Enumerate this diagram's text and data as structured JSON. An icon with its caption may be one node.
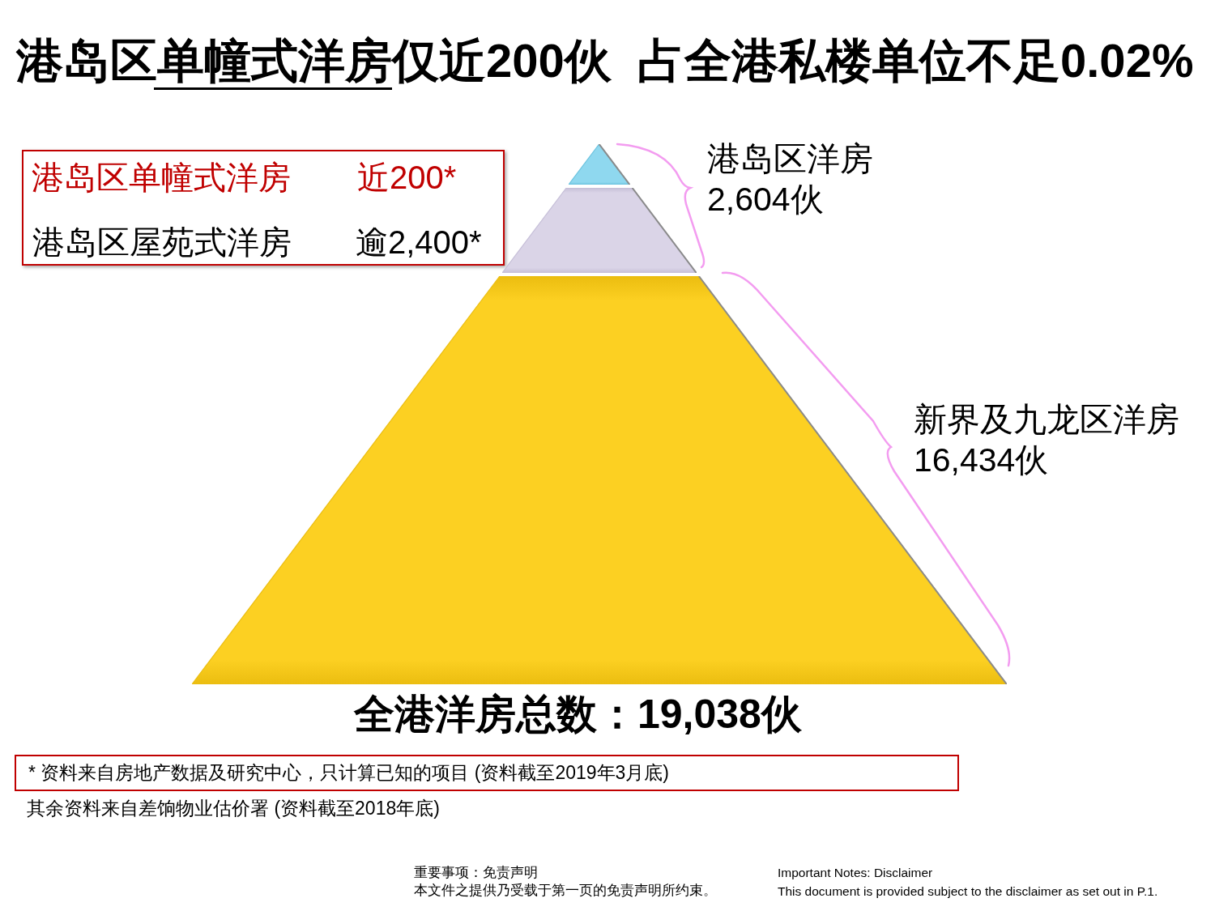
{
  "diagram": {
    "title": "港岛区单幢式洋房仅近200伙  占全港私楼单位不足0.02%",
    "nodes": [
      {
        "text": [
          "港岛区单幢式洋房",
          "近200*",
          "港岛区屋苑式洋房",
          "逾2,400*"
        ]
      },
      {
        "text": [],
        "shape": "triangle"
      },
      {
        "text": [],
        "shape": "trapezoid"
      },
      {
        "text": [],
        "shape": "trapezoid"
      },
      {
        "text": [
          "* 资料来自房地产数据及研究中心，只计算已知的项目 (资料截至2019年3月底)"
        ]
      }
    ],
    "labels": [
      "港岛区洋房",
      "2,604伙",
      "新界及九龙区洋房",
      "16,434伙",
      "全港洋房总数：19,038伙",
      "其余资料来自差饷物业估价署 (资料截至2018年底)",
      "重要事项：免责声明",
      "本文件之提供乃受载于第一页的免责声明所约束。",
      "Important Notes: Disclaimer",
      "This document is provided subject to the disclaimer as set out in P.1."
    ]
  }
}
